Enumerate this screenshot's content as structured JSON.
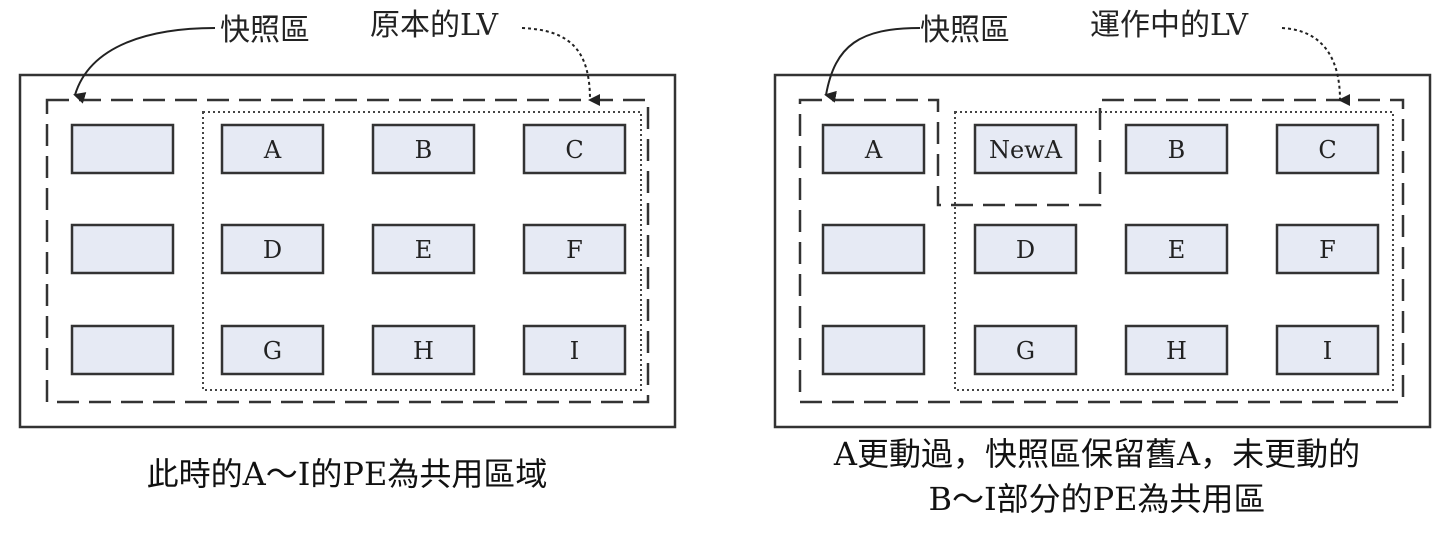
{
  "left_diagram": {
    "snapshot_label": "快照區",
    "lv_label": "原本的LV",
    "pe_labels": [
      "A",
      "B",
      "C",
      "D",
      "E",
      "F",
      "G",
      "H",
      "I"
    ],
    "caption": "此時的A～I的PE為共用區域"
  },
  "right_diagram": {
    "snapshot_label": "快照區",
    "lv_label": "運作中的LV",
    "snapshot_pe_labels": [
      "A",
      "",
      ""
    ],
    "pe_labels": [
      "NewA",
      "B",
      "C",
      "D",
      "E",
      "F",
      "G",
      "H",
      "I"
    ],
    "caption_line1": "A更動過，快照區保留舊A，未更動的",
    "caption_line2": "B～I部分的PE為共用區"
  },
  "colors": {
    "pe_fill": "#e6eaf4",
    "stroke": "#333333"
  }
}
